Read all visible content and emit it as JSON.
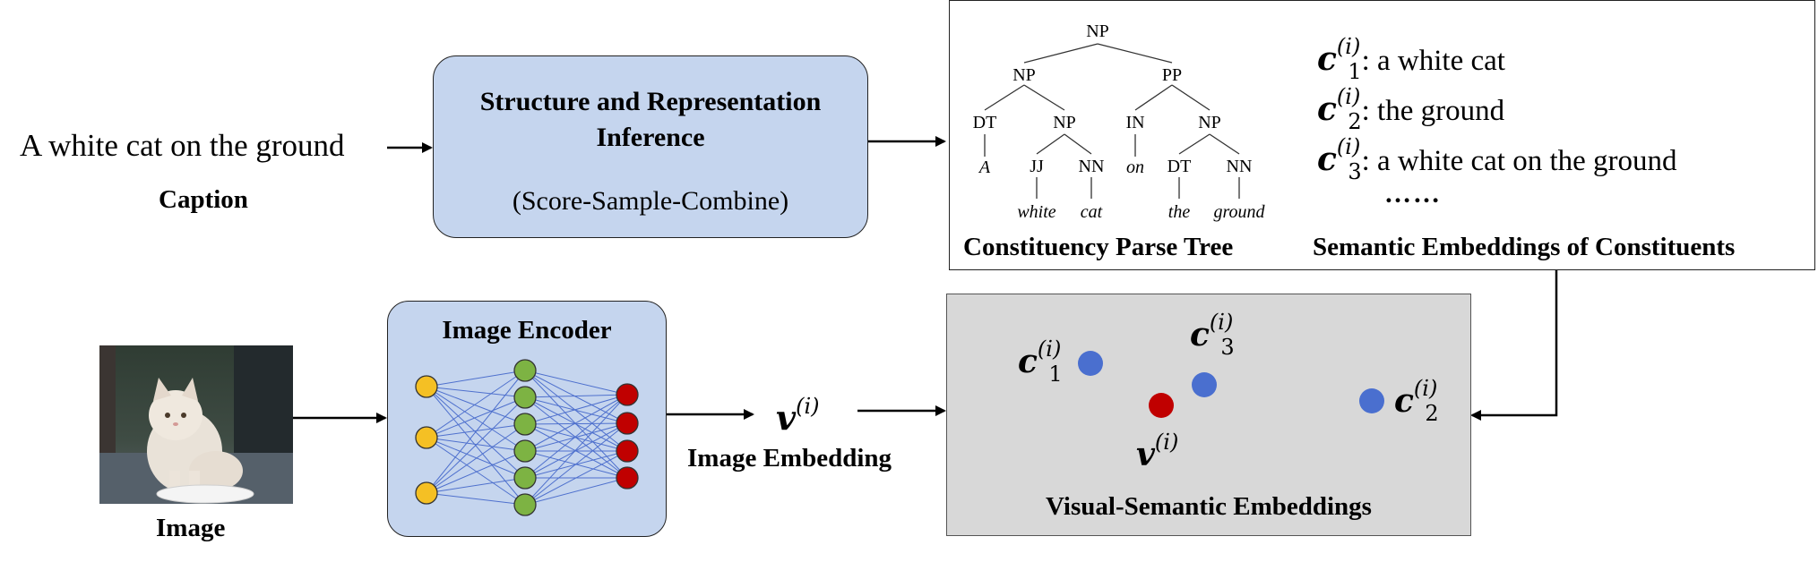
{
  "caption": {
    "text": "A white cat on the ground",
    "label": "Caption"
  },
  "inference_box": {
    "title_line1": "Structure and Representation",
    "title_line2": "Inference",
    "subtitle": "(Score-Sample-Combine)"
  },
  "parse_tree": {
    "label": "Constituency Parse Tree",
    "nodes": {
      "root": "NP",
      "np_left": "NP",
      "pp": "PP",
      "dt1": "DT",
      "np_inner": "NP",
      "in": "IN",
      "np_right": "NP",
      "jj": "JJ",
      "nn1": "NN",
      "dt2": "DT",
      "nn2": "NN"
    },
    "leaves": {
      "a": "A",
      "white": "white",
      "cat": "cat",
      "on": "on",
      "the": "the",
      "ground": "ground"
    }
  },
  "semantic_embeddings": {
    "label": "Semantic Embeddings of Constituents",
    "items": [
      {
        "var": "c",
        "sup": "(i)",
        "sub": "1",
        "text": ": a white cat"
      },
      {
        "var": "c",
        "sup": "(i)",
        "sub": "2",
        "text": ": the ground"
      },
      {
        "var": "c",
        "sup": "(i)",
        "sub": "3",
        "text": ": a white cat on the ground"
      }
    ],
    "ellipsis": "……"
  },
  "image": {
    "label": "Image"
  },
  "image_encoder": {
    "title": "Image Encoder"
  },
  "image_embedding": {
    "var": "v",
    "sup": "(i)",
    "label": "Image Embedding"
  },
  "visual_semantic": {
    "label": "Visual-Semantic Embeddings",
    "points": [
      {
        "var": "c",
        "sup": "(i)",
        "sub": "1",
        "color": "#4a6fcf"
      },
      {
        "var": "c",
        "sup": "(i)",
        "sub": "3",
        "color": "#4a6fcf"
      },
      {
        "var": "c",
        "sup": "(i)",
        "sub": "2",
        "color": "#4a6fcf"
      },
      {
        "var": "v",
        "sup": "(i)",
        "sub": "",
        "color": "#c00000"
      }
    ]
  },
  "colors": {
    "box_blue": "#c5d5ee",
    "box_gray": "#d8d8d8",
    "node_yellow": "#f5c024",
    "node_green": "#7db343",
    "node_red": "#c00000",
    "point_blue": "#4a6fcf",
    "edge_blue": "#3a5fc8"
  }
}
